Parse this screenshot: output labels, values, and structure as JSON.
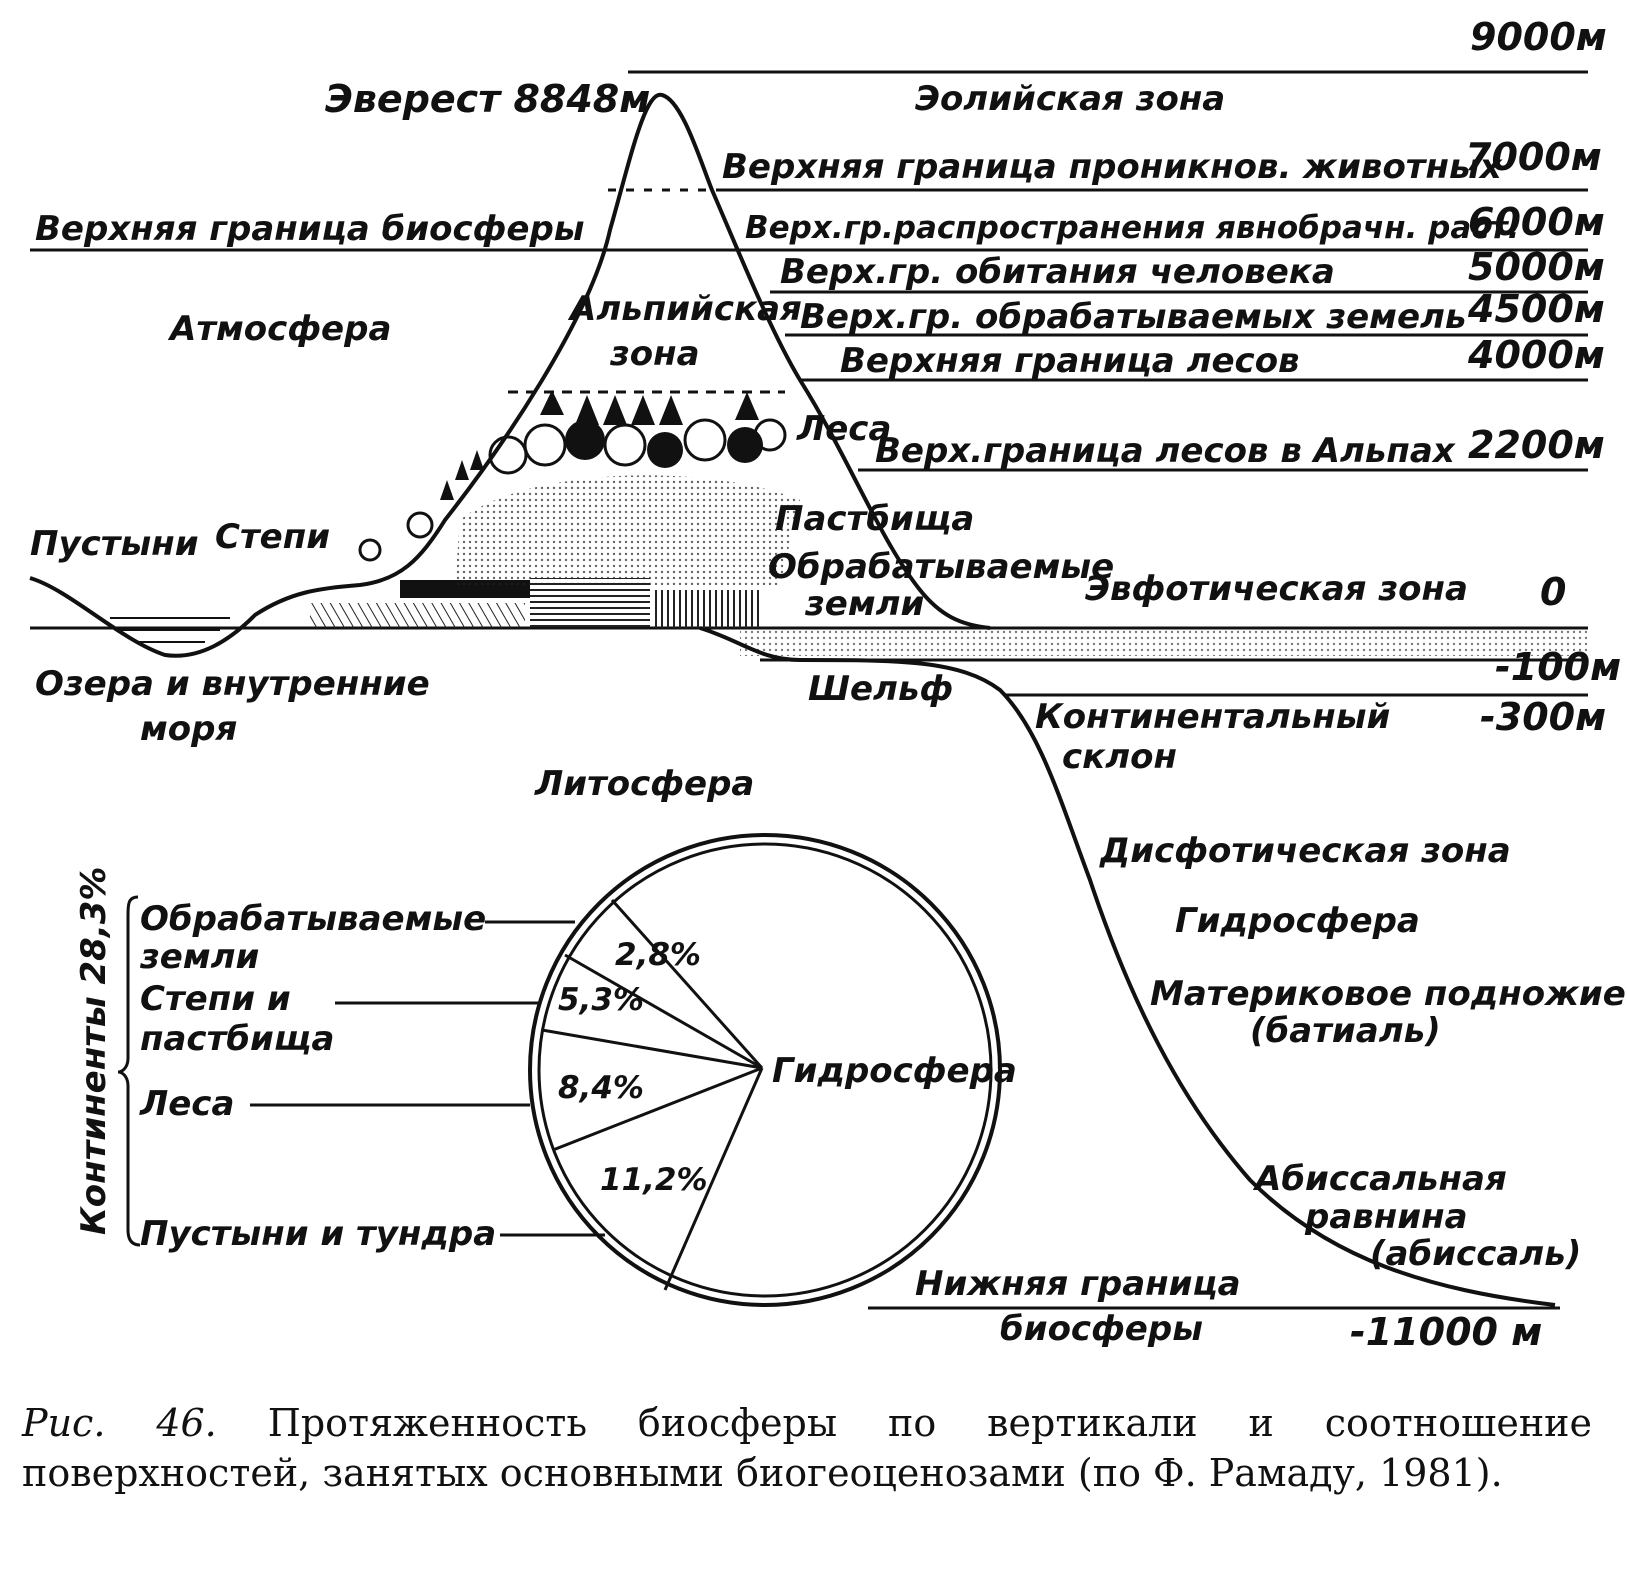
{
  "altitude_scale": {
    "top": "9000м",
    "zone_top": "Эолийская зона",
    "everest": "Эверест 8848м",
    "animals": "Верхняя граница проникнов. животных",
    "animals_alt": "7000м",
    "plants": "Верх.гр.распространения явнобрачн. раст.",
    "plants_alt": "6000м",
    "human": "Верх.гр. обитания человека",
    "human_alt": "5000м",
    "cultivated": "Верх.гр. обрабатываемых земель",
    "cultivated_alt": "4500м",
    "forest": "Верхняя граница лесов",
    "forest_alt": "4000м",
    "alps": "Верх.граница лесов в Альпах",
    "alps_alt": "2200м",
    "euphotic": "Эвфотическая зона",
    "euphotic_alt": "0",
    "minus100": "-100м",
    "minus300": "-300м",
    "minus11000": "-11000 м"
  },
  "left_labels": {
    "biosphere_top": "Верхняя граница биосферы",
    "atmosphere": "Атмосфера",
    "deserts": "Пустыни",
    "steppes": "Степи",
    "lakes_1": "Озера и внутренние",
    "lakes_2": "моря",
    "lithosphere": "Литосфера"
  },
  "mountain_labels": {
    "alpine_1": "Альпийская",
    "alpine_2": "зона",
    "forests": "Леса",
    "pastures": "Пастбища",
    "cultivated_1": "Обрабатываемые",
    "cultivated_2": "земли"
  },
  "ocean_labels": {
    "shelf": "Шельф",
    "slope_1": "Континентальный",
    "slope_2": "склон",
    "dysphotic": "Дисфотическая зона",
    "hydrosphere": "Гидросфера",
    "foot_1": "Материковое подножие",
    "foot_2": "(батиаль)",
    "abyssal_1": "Абиссальная",
    "abyssal_2": "равнина",
    "abyssal_3": "(абиссаль)",
    "bottom_1": "Нижняя граница",
    "bottom_2": "биосферы"
  },
  "pie": {
    "continents": "Континенты 28,3%",
    "hydrosphere_label": "Гидросфера",
    "sectors": [
      {
        "label_1": "Обрабатываемые",
        "label_2": "земли",
        "value": "2,8%"
      },
      {
        "label_1": "Степи и",
        "label_2": "пастбища",
        "value": "5,3%"
      },
      {
        "label_1": "Леса",
        "label_2": "",
        "value": "8,4%"
      },
      {
        "label_1": "Пустыни и тундра",
        "label_2": "",
        "value": "11,2%"
      }
    ]
  },
  "caption": {
    "figure": "Рис. 46.",
    "text": "Протяженность биосферы по вертикали и соотношение поверхностей, занятых основными биогеоценозами (по Ф. Рамаду, 1981)."
  }
}
